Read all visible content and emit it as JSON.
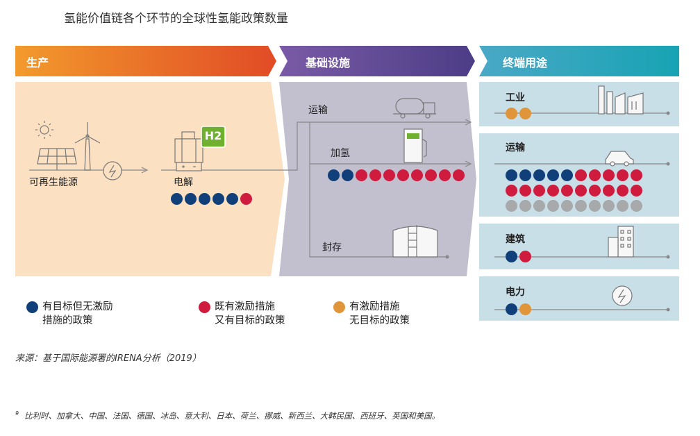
{
  "title": "氢能价值链各个环节的全球性氢能政策数量",
  "colors": {
    "navy": "#103f7a",
    "red": "#cf1b3e",
    "orange": "#e0953a",
    "gray": "#a8a9ab",
    "production_bg": "#fbe0c2",
    "infrastructure_bg": "#c2bfce",
    "enduse_bg": "#c9dfe8"
  },
  "sections": {
    "production": "生产",
    "infrastructure": "基础设施",
    "end_use": "终端用途"
  },
  "production": {
    "renewable_label": "可再生能源",
    "electrolysis_label": "电解",
    "electrolysis_dots": [
      "navy",
      "navy",
      "navy",
      "navy",
      "navy",
      "red"
    ],
    "h2_icon_text": "H2"
  },
  "infrastructure": {
    "transport_label": "运输",
    "refuel_label": "加氢",
    "refuel_dots": [
      "navy",
      "navy",
      "red",
      "red",
      "red",
      "red",
      "red",
      "red",
      "red",
      "red"
    ],
    "storage_label": "封存"
  },
  "end_use": {
    "industry": {
      "label": "工业",
      "dots": [
        "orange",
        "orange"
      ]
    },
    "transport": {
      "label": "运输",
      "dot_rows": [
        [
          "navy",
          "navy",
          "navy",
          "navy",
          "navy",
          "red",
          "red",
          "red",
          "red",
          "red"
        ],
        [
          "red",
          "red",
          "red",
          "red",
          "red",
          "red",
          "red",
          "red",
          "red",
          "red"
        ],
        [
          "gray",
          "gray",
          "gray",
          "gray",
          "gray",
          "gray",
          "gray",
          "gray",
          "gray",
          "gray"
        ]
      ]
    },
    "buildings": {
      "label": "建筑",
      "dots": [
        "navy",
        "red"
      ]
    },
    "power": {
      "label": "电力",
      "dots": [
        "navy",
        "orange"
      ]
    }
  },
  "legend": [
    {
      "color": "navy",
      "line1": "有目标但无激励",
      "line2": "措施的政策"
    },
    {
      "color": "red",
      "line1": "既有激励措施",
      "line2": "又有目标的政策"
    },
    {
      "color": "orange",
      "line1": "有激励措施",
      "line2": "无目标的政策"
    }
  ],
  "source": "来源：基于国际能源署的IRENA分析（2019）",
  "footnote": {
    "marker": "9",
    "text": "比利时、加拿大、中国、法国、德国、冰岛、意大利、日本、荷兰、挪威、新西兰、大韩民国、西班牙、英国和美国。"
  }
}
